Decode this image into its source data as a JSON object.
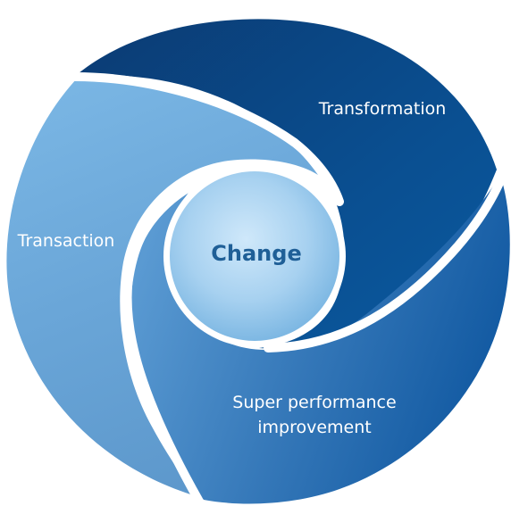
{
  "diagram": {
    "center_label": "Change",
    "segments": {
      "transformation": "Transformation",
      "transaction": "Transaction",
      "super_performance_line1": "Super performance",
      "super_performance_line2": "improvement"
    },
    "colors": {
      "transformation": "#0a4a8a",
      "transaction": "#6fa7d8",
      "super_performance": "#2e6fb1",
      "center": "#a9d2f0",
      "center_text": "#1f5f97",
      "separator": "#ffffff"
    }
  }
}
